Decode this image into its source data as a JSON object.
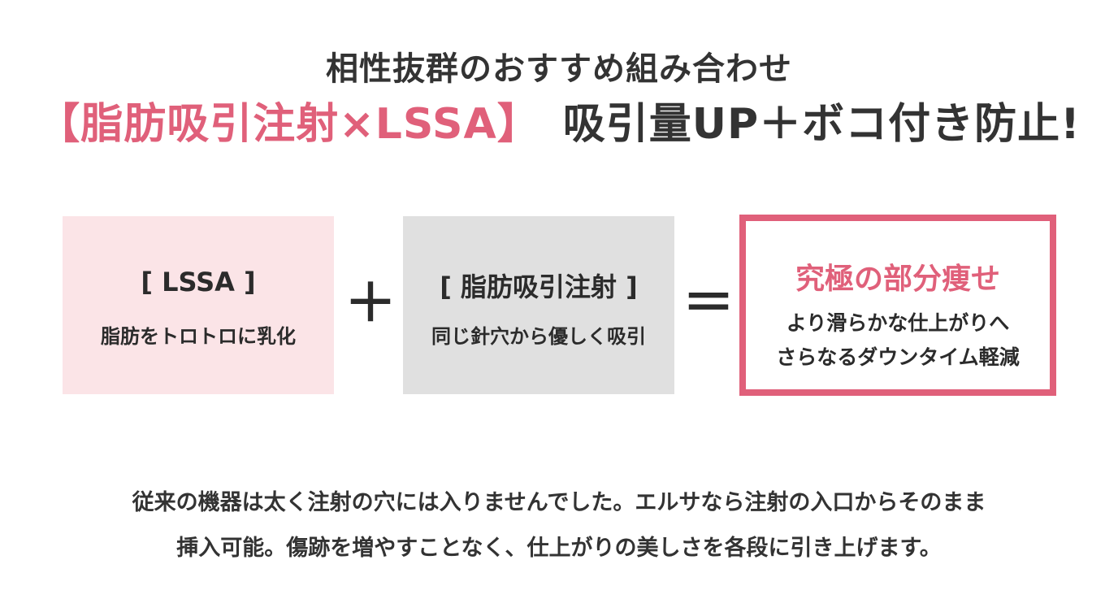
{
  "header": {
    "subtitle": "相性抜群のおすすめ組み合わせ",
    "headline_accent": "【脂肪吸引注射×LSSA】",
    "headline_rest": "吸引量UP＋ボコ付き防止!"
  },
  "combo": {
    "lssa": {
      "title": "[ LSSA ]",
      "desc": "脂肪をトロトロに乳化"
    },
    "plus": "＋",
    "injection": {
      "title": "[ 脂肪吸引注射 ]",
      "desc": "同じ針穴から優しく吸引"
    },
    "equals": "＝",
    "result": {
      "title": "究極の部分痩せ",
      "line1": "より滑らかな仕上がりへ",
      "line2": "さらなるダウンタイム軽減"
    }
  },
  "body": {
    "line1": "従来の機器は太く注射の穴には入りませんでした。エルサなら注射の入口からそのまま",
    "line2": "挿入可能。傷跡を増やすことなく、仕上がりの美しさを各段に引き上げます。"
  },
  "colors": {
    "accent": "#e0607a",
    "pink_box": "#fbe4e7",
    "gray_box": "#e0e0e0",
    "text": "#2b2b2b"
  }
}
